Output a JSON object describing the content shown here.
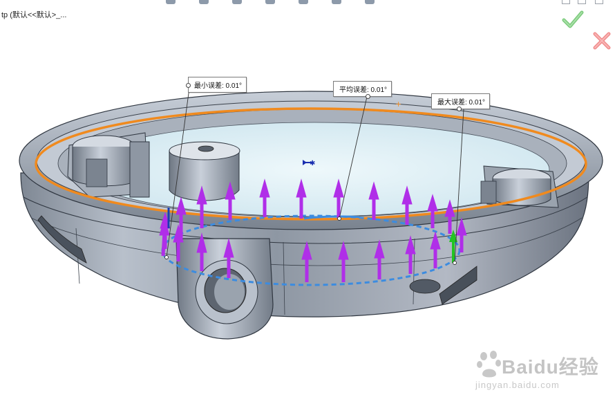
{
  "document": {
    "title": "tp  (默认<<默认>_..."
  },
  "callouts": {
    "min_error": "最小误差: 0.01°",
    "avg_error": "平均误差: 0.01°",
    "max_error": "最大误差: 0.01°"
  },
  "watermark": {
    "main": "Baidu经验",
    "sub": "jingyan.baidu.com"
  },
  "colors": {
    "accept": "#5cbf5c",
    "cancel": "#f07a7a",
    "loop_edge": "#f08a1e",
    "arrow": "#b02ee8",
    "dashed_loop": "#3c8ce0",
    "part_body": "#9ea7b3"
  },
  "icons": [
    "accept-checkmark-icon",
    "cancel-x-icon",
    "orientation-triad-icon"
  ]
}
